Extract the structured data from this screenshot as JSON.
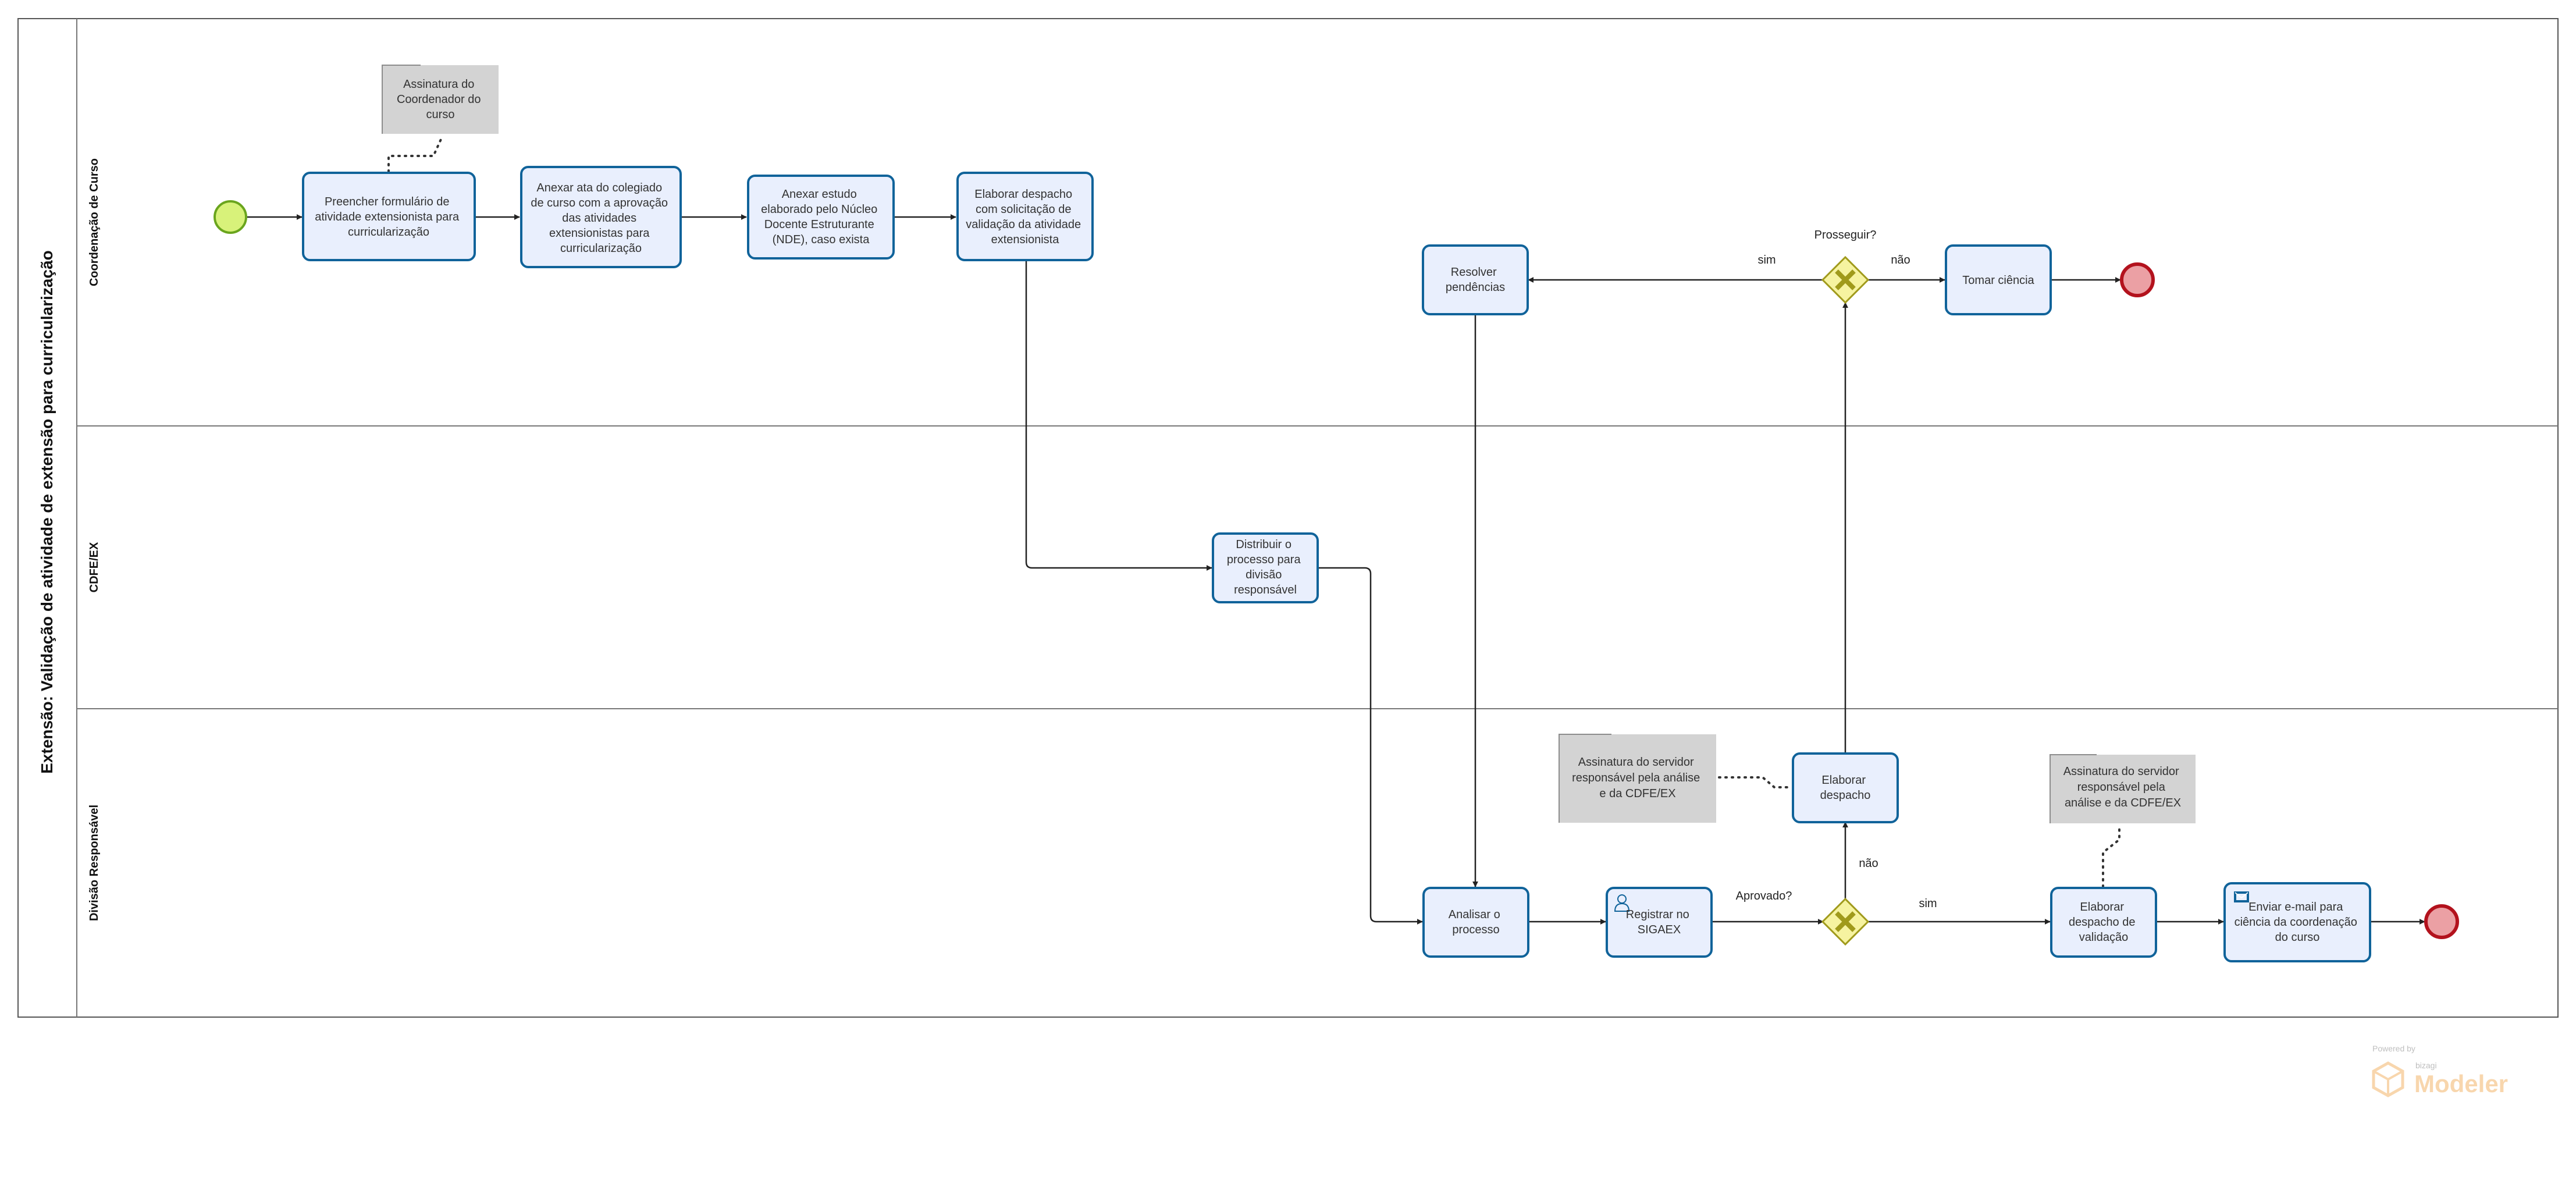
{
  "pool": {
    "title": "Extensão: Validação de atividade de extensão para curricularização"
  },
  "lanes": [
    {
      "label": "Coordenação de Curso"
    },
    {
      "label": "CDFE/EX"
    },
    {
      "label": "Divisão Responsável"
    }
  ],
  "tasks": {
    "preencher": [
      "Preencher formulário de",
      "atividade extensionista para",
      "curricularização"
    ],
    "anexar_ata": [
      "Anexar ata do colegiado",
      "de curso com a aprovação",
      "das atividades",
      "extensionistas para",
      "curricularização"
    ],
    "anexar_estudo": [
      "Anexar estudo",
      "elaborado pelo Núcleo",
      "Docente Estruturante",
      "(NDE), caso exista"
    ],
    "elaborar_solicitacao": [
      "Elaborar despacho",
      "com solicitação de",
      "validação da atividade",
      "extensionista"
    ],
    "resolver": [
      "Resolver",
      "pendências"
    ],
    "tomar_ciencia": [
      "Tomar ciência"
    ],
    "distribuir": [
      "Distribuir o",
      "processo para",
      "divisão",
      "responsável"
    ],
    "analisar": [
      "Analisar o",
      "processo"
    ],
    "registrar": [
      "Registrar no",
      "SIGAEX"
    ],
    "elaborar_despacho": [
      "Elaborar",
      "despacho"
    ],
    "elaborar_validacao": [
      "Elaborar",
      "despacho de",
      "validação"
    ],
    "enviar_email": [
      "Enviar e-mail para",
      "ciência da coordenação",
      "do curso"
    ]
  },
  "annotations": {
    "coordenador": [
      "Assinatura do",
      "Coordenador do",
      "curso"
    ],
    "servidor_1": [
      "Assinatura  do servidor",
      "responsável pela análise",
      "e da CDFE/EX"
    ],
    "servidor_2": [
      "Assinatura do servidor",
      "responsável pela",
      "análise e da CDFE/EX"
    ]
  },
  "gateways": {
    "prosseguir": {
      "question": "Prosseguir?",
      "yes": "sim",
      "no": "não"
    },
    "aprovado": {
      "question": "Aprovado?",
      "yes": "sim",
      "no": "não"
    }
  },
  "watermark": {
    "powered_by": "Powered by",
    "brand_small": "bizagi",
    "brand": "Modeler"
  },
  "colors": {
    "task_fill": "#e9effd",
    "task_stroke": "#10639a",
    "start_fill": "#d8f27a",
    "start_stroke": "#6aa51d",
    "end_fill": "#eba0a4",
    "end_stroke": "#b3121d",
    "gateway_fill": "#f6f3a0",
    "gateway_stroke": "#a09a1b",
    "annotation_fill": "#d3d3d3"
  }
}
